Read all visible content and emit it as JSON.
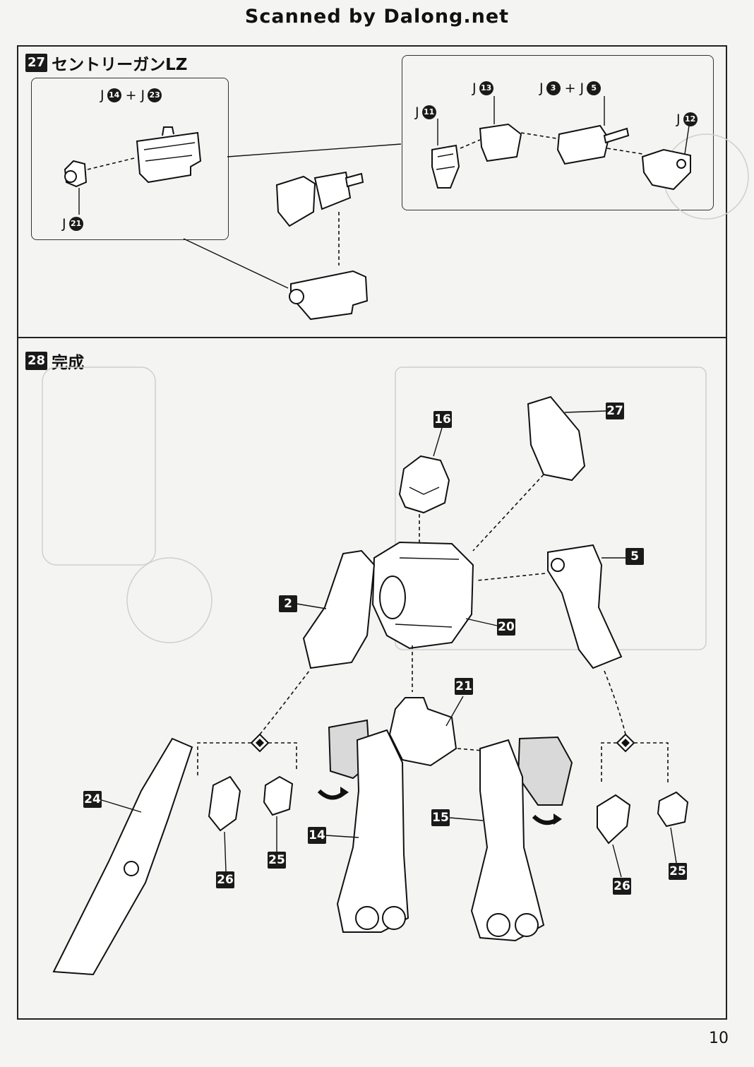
{
  "header": {
    "text": "Scanned by Dalong.net"
  },
  "step27": {
    "number": "27",
    "title": "セントリーガンLZ",
    "left_inset": {
      "top_label": {
        "a": "J",
        "a_num": "14",
        "plus": "+",
        "b": "J",
        "b_num": "23"
      },
      "bottom_label": {
        "a": "J",
        "a_num": "21"
      }
    },
    "right_inset": {
      "j11": {
        "a": "J",
        "a_num": "11"
      },
      "j13": {
        "a": "J",
        "a_num": "13"
      },
      "j3_5": {
        "a": "J",
        "a_num": "3",
        "plus": "+",
        "b": "J",
        "b_num": "5"
      },
      "j12": {
        "a": "J",
        "a_num": "12"
      }
    }
  },
  "step28": {
    "number": "28",
    "title": "完成",
    "tags": [
      "16",
      "27",
      "5",
      "2",
      "20",
      "21",
      "24",
      "26",
      "25",
      "14",
      "15",
      "26",
      "25"
    ]
  },
  "page_number": "10",
  "icons": [
    "arrow-curved-icon",
    "joint-diamond-icon"
  ]
}
